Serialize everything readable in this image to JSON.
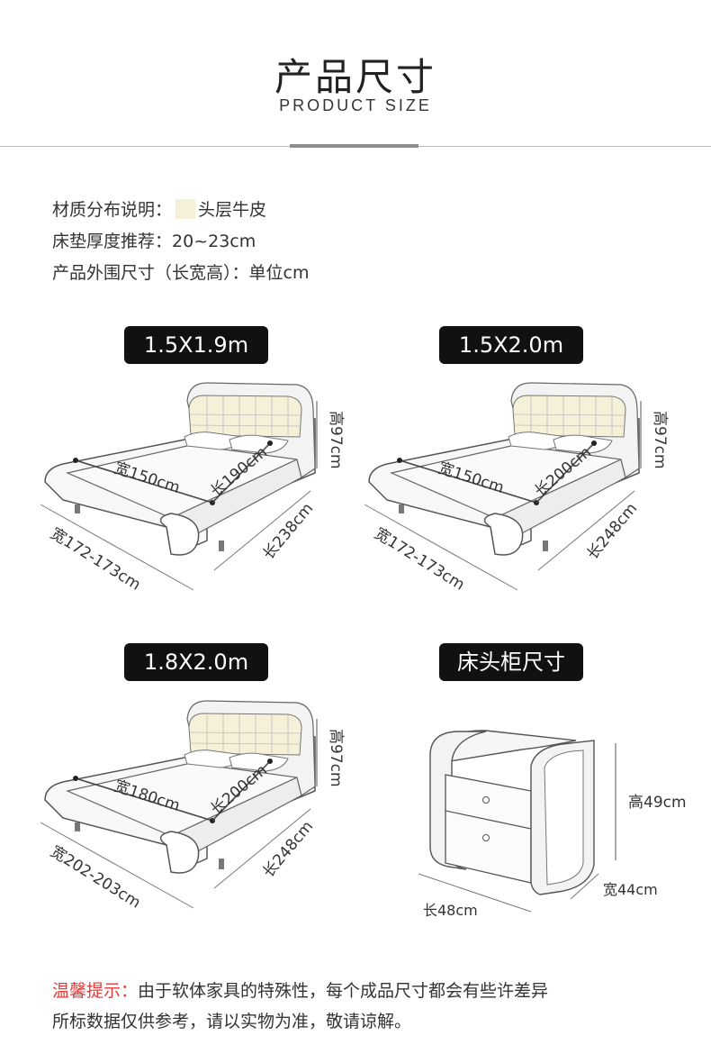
{
  "header": {
    "title_cn": "产品尺寸",
    "title_en": "PRODUCT SIZE"
  },
  "specs": {
    "material_label": "材质分布说明：",
    "material_value": "头层牛皮",
    "mattress_label": "床垫厚度推荐：",
    "mattress_value": "20~23cm",
    "size_label": "产品外围尺寸（长宽高）：",
    "size_unit": "单位cm",
    "swatch_color": "#f5f1d8"
  },
  "beds": [
    {
      "label": "1.5X1.9m床",
      "inner_width": "宽150cm",
      "inner_length": "长190cm",
      "height": "高97cm",
      "outer_length": "长238cm",
      "outer_width": "宽172-173cm"
    },
    {
      "label": "1.5X2.0m床",
      "inner_width": "宽150cm",
      "inner_length": "长200cm",
      "height": "高97cm",
      "outer_length": "长248cm",
      "outer_width": "宽172-173cm"
    },
    {
      "label": "1.8X2.0m床",
      "inner_width": "宽180cm",
      "inner_length": "长200cm",
      "height": "高97cm",
      "outer_length": "长248cm",
      "outer_width": "宽202-203cm"
    }
  ],
  "nightstand": {
    "label": "床头柜尺寸",
    "height": "高49cm",
    "depth": "宽44cm",
    "length": "长48cm"
  },
  "notice": {
    "highlight": "温馨提示：",
    "line1": "由于软体家具的特殊性，每个成品尺寸都会有些许差异",
    "line2": "所标数据仅供参考，请以实物为准，敬请谅解。",
    "highlight_color": "#e13b3b"
  }
}
